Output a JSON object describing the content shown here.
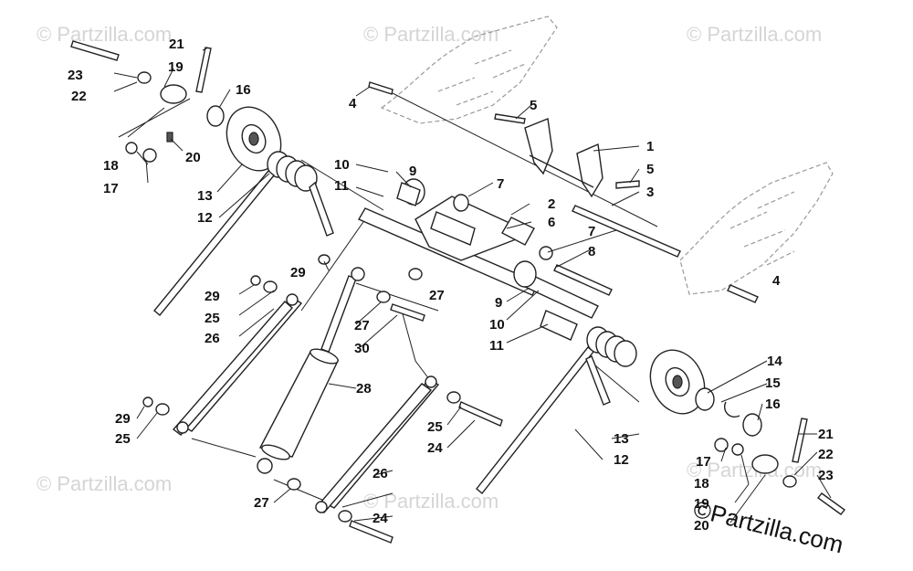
{
  "watermarks": [
    "© Partzilla.com",
    "© Partzilla.com",
    "© Partzilla.com",
    "© Partzilla.com",
    "© Partzilla.com",
    "© Partzilla.com"
  ],
  "brand_mark": "©Partzilla.com",
  "callouts": [
    "1",
    "2",
    "3",
    "4",
    "4",
    "5",
    "5",
    "6",
    "7",
    "7",
    "8",
    "9",
    "9",
    "10",
    "10",
    "11",
    "11",
    "12",
    "12",
    "13",
    "13",
    "14",
    "15",
    "16",
    "16",
    "17",
    "17",
    "18",
    "18",
    "19",
    "19",
    "20",
    "20",
    "21",
    "21",
    "22",
    "22",
    "23",
    "23",
    "24",
    "24",
    "25",
    "25",
    "25",
    "26",
    "26",
    "27",
    "27",
    "27",
    "28",
    "29",
    "29",
    "29",
    "30"
  ]
}
